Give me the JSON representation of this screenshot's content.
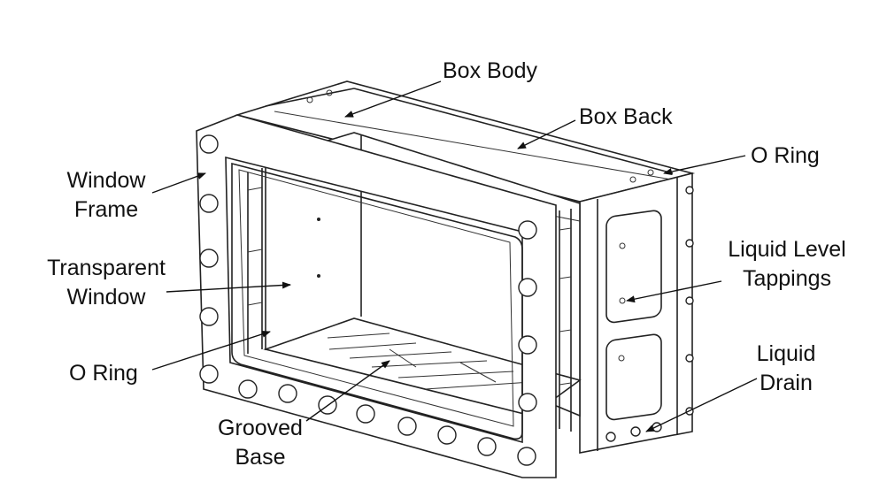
{
  "labels": {
    "box_body": "Box Body",
    "box_back": "Box Back",
    "o_ring_right": "O Ring",
    "window_frame_line1": "Window",
    "window_frame_line2": "Frame",
    "transparent_window_line1": "Transparent",
    "transparent_window_line2": "Window",
    "liquid_level_line1": "Liquid Level",
    "liquid_level_line2": "Tappings",
    "liquid_drain_line1": "Liquid",
    "liquid_drain_line2": "Drain",
    "o_ring_left": "O Ring",
    "grooved_base_line1": "Grooved",
    "grooved_base_line2": "Base"
  },
  "colors": {
    "line": "#222222",
    "text": "#111111",
    "background": "#ffffff"
  }
}
